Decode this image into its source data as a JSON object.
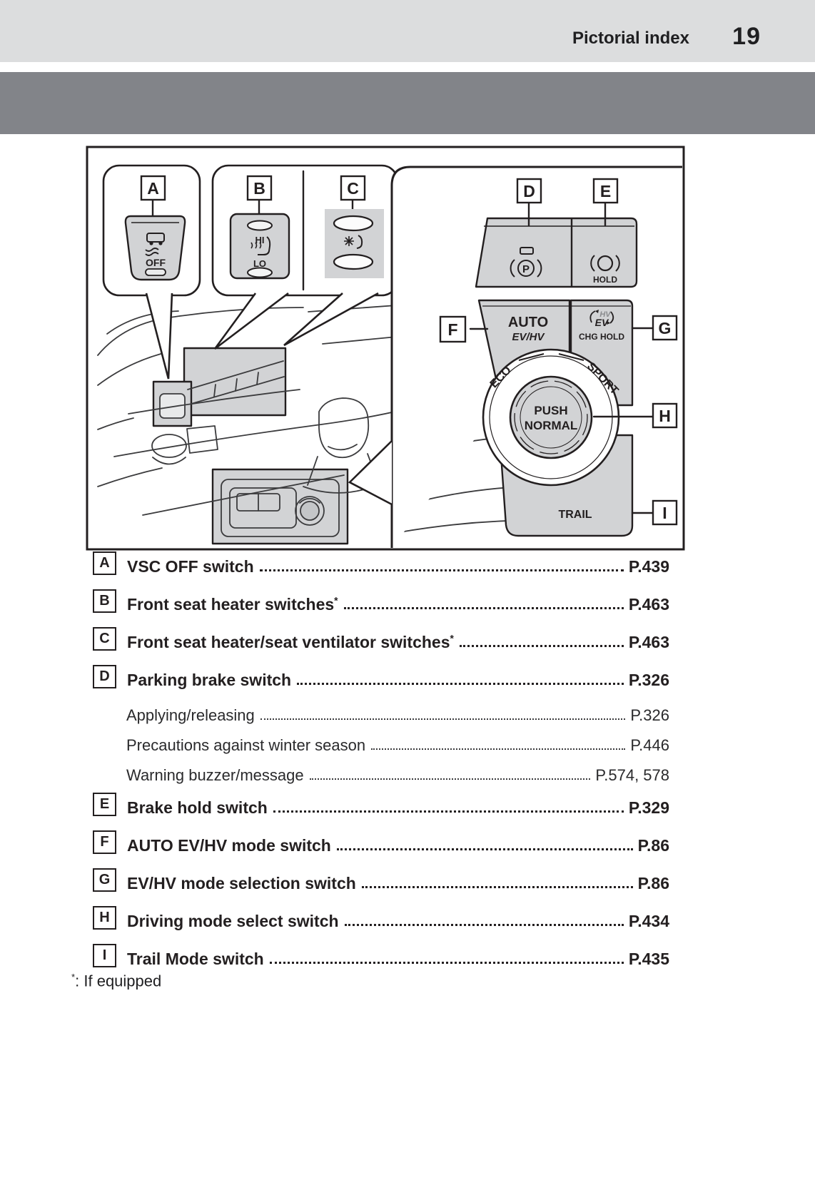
{
  "header": {
    "title": "Pictorial index",
    "page_number": "19"
  },
  "diagram": {
    "callouts": {
      "a": "A",
      "b": "B",
      "c": "C",
      "d": "D",
      "e": "E",
      "f": "F",
      "g": "G",
      "h": "H",
      "i": "I"
    },
    "switch_text": {
      "vsc_off": "OFF",
      "heater_hi": "HI",
      "heater_lo": "LO",
      "parking_p": "P",
      "hold": "HOLD",
      "auto": "AUTO",
      "ev_hv": "EV/HV",
      "ev": "EV",
      "hv": "HV",
      "chg_hold": "CHG HOLD",
      "eco": "ECO",
      "sport": "SPORT",
      "push": "PUSH",
      "normal": "NORMAL",
      "trail": "TRAIL"
    }
  },
  "index": {
    "rows": [
      {
        "letter": "A",
        "label": "VSC OFF switch",
        "sup": "",
        "page": "P.439",
        "style": "main"
      },
      {
        "letter": "B",
        "label": "Front seat heater switches",
        "sup": "*",
        "page": "P.463",
        "style": "main"
      },
      {
        "letter": "C",
        "label": "Front seat heater/seat ventilator switches",
        "sup": "*",
        "page": "P.463",
        "style": "main"
      },
      {
        "letter": "D",
        "label": "Parking brake switch",
        "sup": "",
        "page": "P.326",
        "style": "main"
      },
      {
        "letter": "",
        "label": "Applying/releasing",
        "sup": "",
        "page": "P.326",
        "style": "sub"
      },
      {
        "letter": "",
        "label": "Precautions against winter season",
        "sup": "",
        "page": "P.446",
        "style": "sub"
      },
      {
        "letter": "",
        "label": "Warning buzzer/message",
        "sup": "",
        "page": "P.574, 578",
        "style": "sub"
      },
      {
        "letter": "E",
        "label": "Brake hold switch",
        "sup": "",
        "page": "P.329",
        "style": "main"
      },
      {
        "letter": "F",
        "label": "AUTO EV/HV mode switch",
        "sup": "",
        "page": "P.86",
        "style": "main"
      },
      {
        "letter": "G",
        "label": "EV/HV mode selection switch",
        "sup": "",
        "page": "P.86",
        "style": "main"
      },
      {
        "letter": "H",
        "label": "Driving mode select switch",
        "sup": "",
        "page": "P.434",
        "style": "main"
      },
      {
        "letter": "I",
        "label": "Trail Mode switch",
        "sup": "",
        "page": "P.435",
        "style": "main"
      }
    ]
  },
  "footnote": {
    "symbol": "*",
    "text": ": If equipped"
  },
  "colors": {
    "band_light": "#dcddde",
    "band_dark": "#828489",
    "switch_gray": "#d2d3d5",
    "line": "#231f20"
  }
}
